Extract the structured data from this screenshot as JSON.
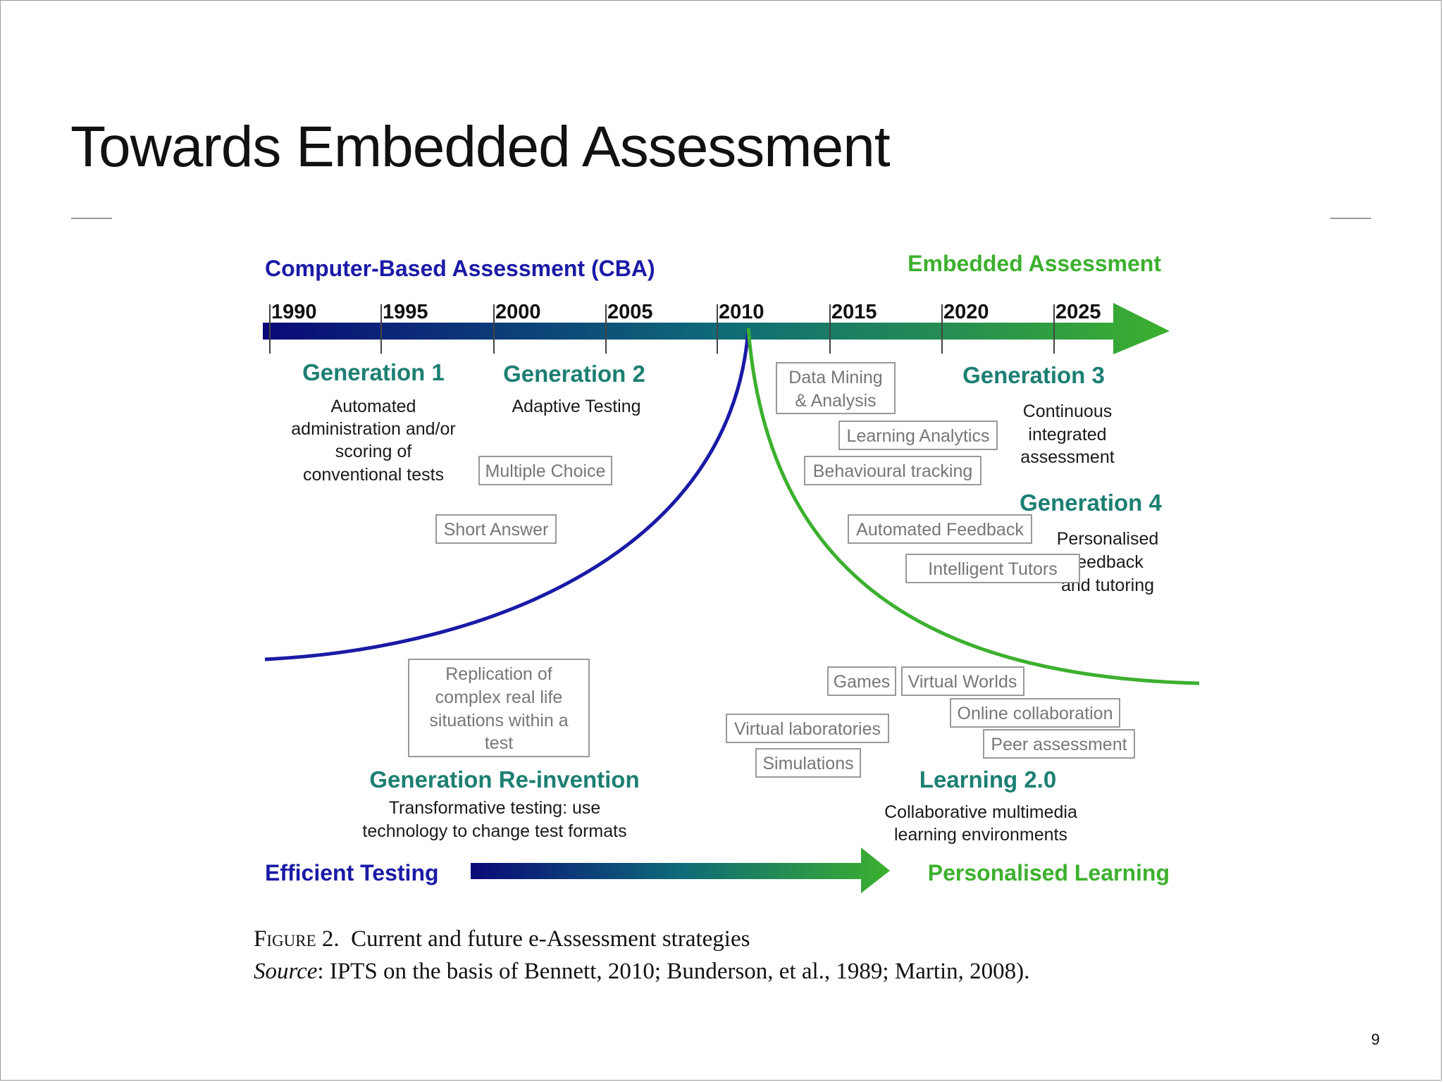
{
  "slide": {
    "title": "Towards Embedded Assessment",
    "page_number": "9"
  },
  "colors": {
    "cba_blue": "#1a1aa6",
    "embedded_green": "#3cb02e",
    "generation_teal": "#1c7f72",
    "box_text_gray": "#777777"
  },
  "figure": {
    "header_left": "Computer-Based Assessment (CBA)",
    "header_right": "Embedded Assessment",
    "years": [
      "1990",
      "1995",
      "2000",
      "2005",
      "2010",
      "2015",
      "2020",
      "2025"
    ],
    "generations": {
      "gen1": {
        "title": "Generation 1",
        "desc": [
          "Automated",
          "administration and/or",
          "scoring of",
          "conventional tests"
        ]
      },
      "gen2": {
        "title": "Generation 2",
        "desc": [
          "Adaptive Testing"
        ]
      },
      "gen3": {
        "title": "Generation 3",
        "desc": [
          "Continuous",
          "integrated",
          "assessment"
        ]
      },
      "gen4": {
        "title": "Generation 4",
        "desc": [
          "Personalised",
          "feedback",
          "and tutoring"
        ]
      },
      "reinvention": {
        "title": "Generation Re-invention",
        "desc": [
          "Transformative testing: use",
          "technology to change test formats"
        ]
      },
      "learning2": {
        "title": "Learning 2.0",
        "desc": [
          "Collaborative multimedia",
          "learning environments"
        ]
      }
    },
    "boxes": {
      "data_mining": [
        "Data Mining",
        "& Analysis"
      ],
      "learning_analytics": "Learning Analytics",
      "behavioural_tracking": "Behavioural tracking",
      "multiple_choice": "Multiple Choice",
      "short_answer": "Short Answer",
      "automated_feedback": "Automated Feedback",
      "intelligent_tutors": "Intelligent Tutors",
      "replication": [
        "Replication of",
        "complex real life",
        "situations within a",
        "test"
      ],
      "games": "Games",
      "virtual_worlds": "Virtual Worlds",
      "online_collaboration": "Online collaboration",
      "peer_assessment": "Peer assessment",
      "virtual_laboratories": "Virtual laboratories",
      "simulations": "Simulations"
    },
    "bottom_left": "Efficient Testing",
    "bottom_right": "Personalised Learning"
  },
  "caption": {
    "figure_label": "Figure 2.",
    "figure_title": "Current and future e-Assessment strategies",
    "source_label": "Source",
    "source_text": ": IPTS on the basis of Bennett, 2010; Bunderson, et al., 1989; Martin, 2008)."
  }
}
